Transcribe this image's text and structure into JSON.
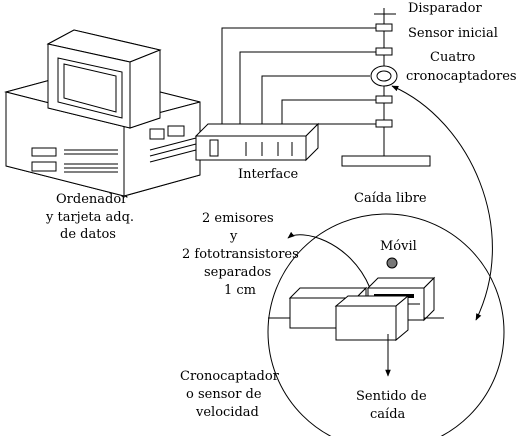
{
  "labels": {
    "disparador": "Disparador",
    "sensor_inicial": "Sensor inicial",
    "cuatro": "Cuatro",
    "cronocaptadores": "cronocaptadores",
    "interface": "Interface",
    "caida_libre": "Caída libre",
    "ordenador_1": "Ordenador",
    "ordenador_2": "y tarjeta adq.",
    "ordenador_3": "de datos",
    "emisores_1": "2 emisores",
    "emisores_2": "y",
    "emisores_3": "2 fototransistores",
    "emisores_4": "separados",
    "emisores_5": "1 cm",
    "movil": "Móvil",
    "crono_1": "Cronocaptador",
    "crono_2": "o sensor de",
    "crono_3": "velocidad",
    "sentido_1": "Sentido de",
    "sentido_2": "caída"
  },
  "colors": {
    "ink": "#000000",
    "paper": "#ffffff",
    "shade": "#777777"
  }
}
